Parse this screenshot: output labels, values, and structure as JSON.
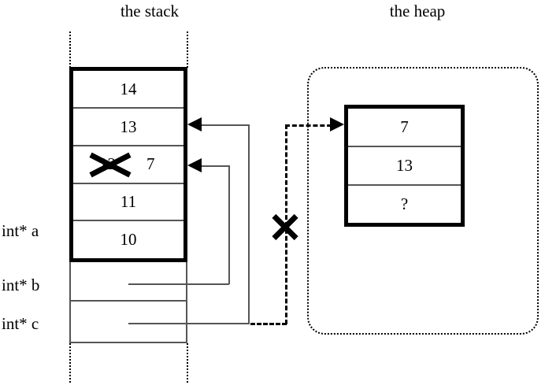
{
  "titles": {
    "stack": "the stack",
    "heap": "the heap"
  },
  "stack": {
    "allocated_cells": [
      {
        "value": "14"
      },
      {
        "value": "13"
      },
      {
        "value": "12",
        "new_value": "7",
        "struck": true
      },
      {
        "value": "11"
      },
      {
        "value": "10"
      }
    ],
    "pointer_cells": [
      {
        "value": ""
      },
      {
        "value": ""
      }
    ],
    "labels": [
      {
        "name": "int* a"
      },
      {
        "name": "int* b"
      },
      {
        "name": "int* c"
      }
    ]
  },
  "heap": {
    "cells": [
      {
        "value": "7"
      },
      {
        "value": "13"
      },
      {
        "value": "?"
      }
    ]
  },
  "annotations": {
    "struck_value_mark": "x-strikeout-mark",
    "dangling_pointer_mark": "x-invalid-mark"
  },
  "colors": {
    "ink": "#000000",
    "thin_line": "#555555",
    "background": "#ffffff"
  }
}
